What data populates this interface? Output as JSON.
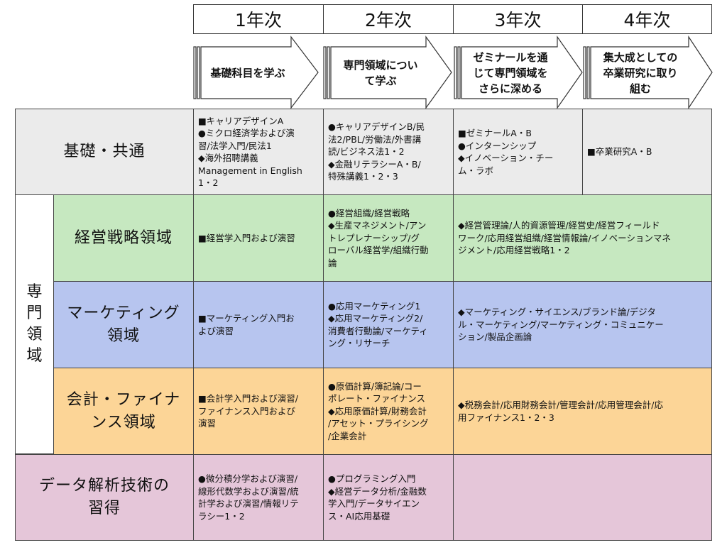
{
  "years": [
    "1年次",
    "2年次",
    "3年次",
    "4年次"
  ],
  "stages": [
    "基礎科目を学ぶ",
    "専門領域につい\nて学ぶ",
    "ゼミナールを通\nじて専門領域を\nさらに深める",
    "集大成としての\n卒業研究に取り\n組む"
  ],
  "rows": {
    "common": {
      "label": "基礎・共通",
      "y1": "■キャリアデザインA\n●ミクロ経済学および演\n習/法学入門/民法1\n◆海外招聘講義\nManagement in English\n1・2",
      "y2": "●キャリアデザインB/民\n法2/PBL/労働法/外書講\n読/ビジネス法1・2\n◆金融リテラシーA・B/\n特殊講義1・2・3",
      "y3": "■ゼミナールA・B\n●インターンシップ\n◆イノベーション・チー\nム・ラボ",
      "y4": "■卒業研究A・B"
    },
    "specialty_label": "専\n門\n領\n域",
    "management": {
      "label": "経営戦略領域",
      "y1": "■経営学入門および演習",
      "y2": "●経営組織/経営戦略\n◆生産マネジメント/アン\nトレプレナーシップ/グ\nローバル経営学/組織行動\n論",
      "y34": "◆経営管理論/人的資源管理/経営史/経営フィールド\nワーク/応用経営組織/経営情報論/イノベーションマネ\nジメント/応用経営戦略1・2"
    },
    "marketing": {
      "label": "マーケティング\n領域",
      "y1": "■マーケティング入門お\nよび演習",
      "y2": "●応用マーケティング1\n◆応用マーケティング2/\n消費者行動論/マーケティ\nング・リサーチ",
      "y34": "◆マーケティング・サイエンス/ブランド論/デジタ\nル・マーケティング/マーケティング・コミュニケー\nション/製品企画論"
    },
    "accounting": {
      "label": "会計・ファイナ\nンス領域",
      "y1": "■会計学入門および演習/\nファイナンス入門および\n演習",
      "y2": "●原価計算/簿記論/コー\nポレート・ファイナンス\n◆応用原価計算/財務会計\n/アセット・プライシング\n/企業会計",
      "y34": "◆税務会計/応用財務会計/管理会計/応用管理会計/応\n用ファイナンス1・2・3"
    },
    "data": {
      "label": "データ解析技術の\n習得",
      "y1": "●微分積分学および演習/\n線形代数学および演習/統\n計学および演習/情報リテ\nラシー1・2",
      "y2": "●プログラミング入門\n◆経営データ分析/金融数\n学入門/データサイエン\nス・AI応用基礎"
    }
  }
}
